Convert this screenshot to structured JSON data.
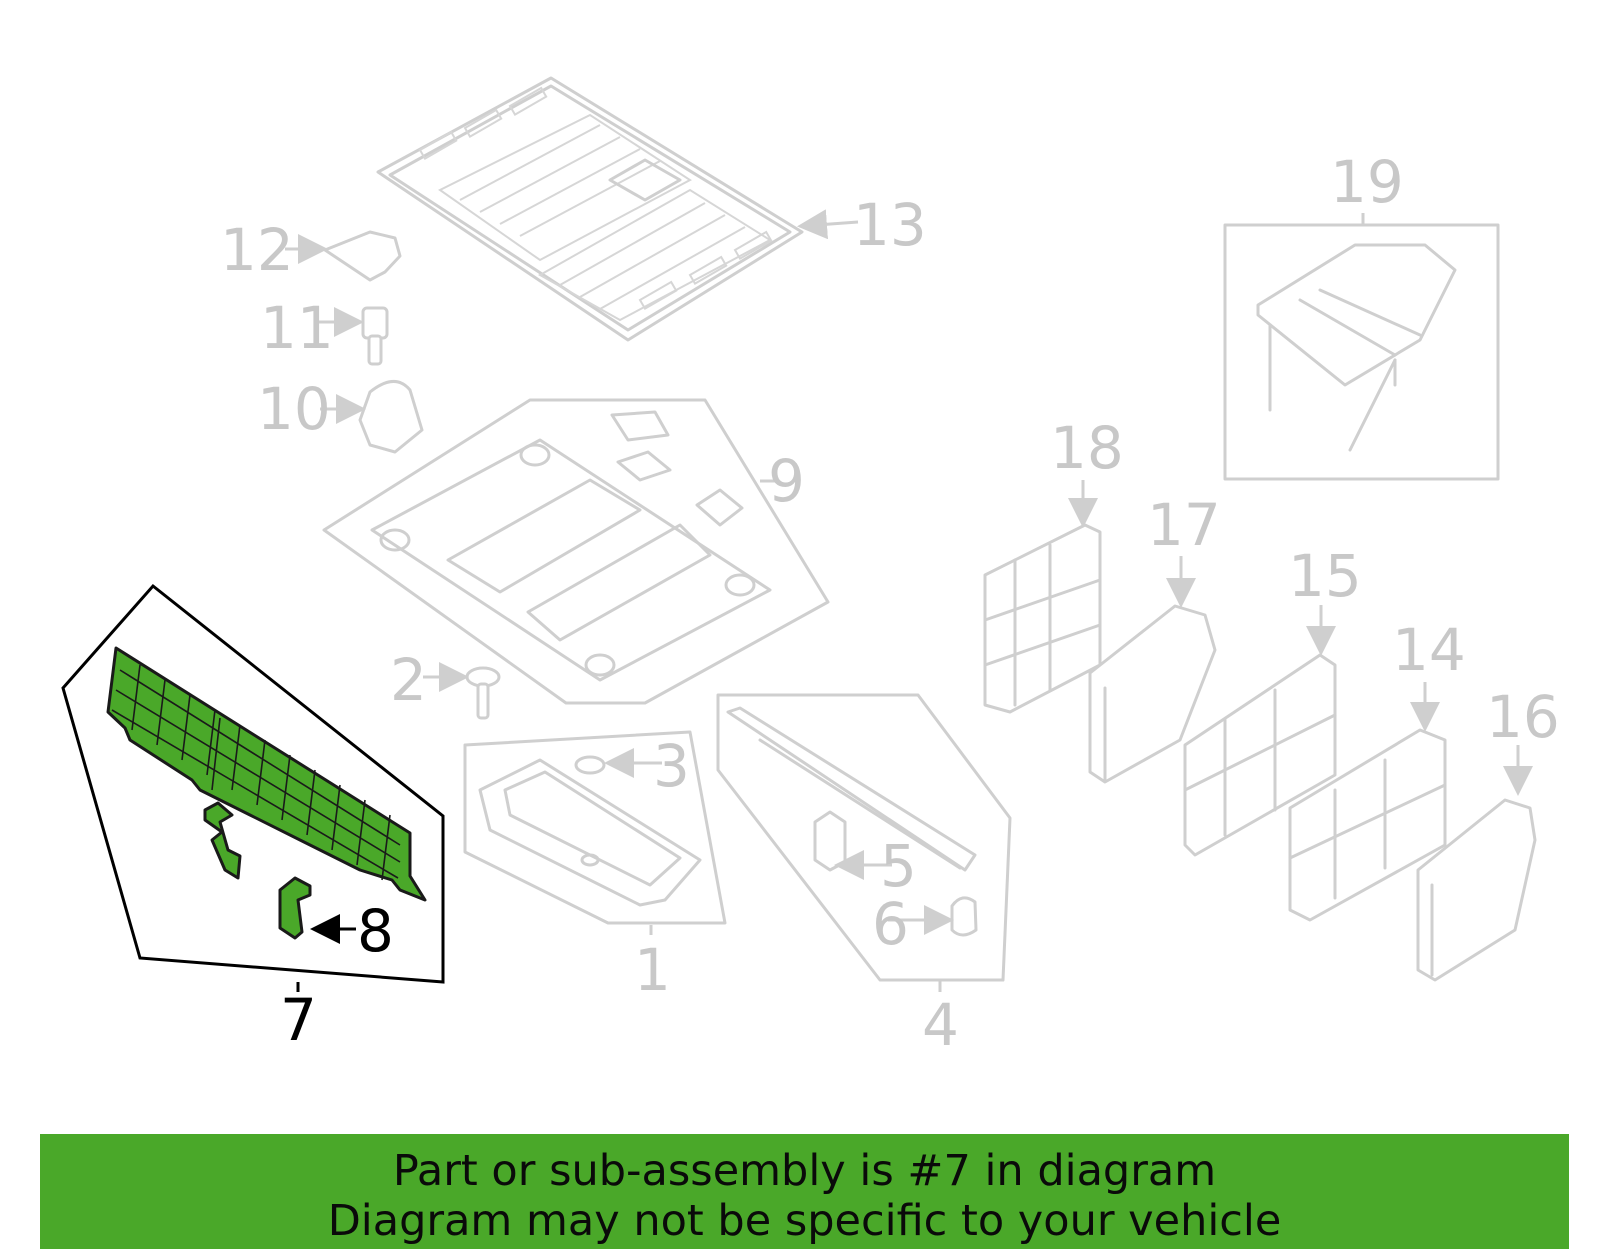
{
  "callouts": {
    "c1": "1",
    "c2": "2",
    "c3": "3",
    "c4": "4",
    "c5": "5",
    "c6": "6",
    "c7": "7",
    "c8": "8",
    "c9": "9",
    "c10": "10",
    "c11": "11",
    "c12": "12",
    "c13": "13",
    "c14": "14",
    "c15": "15",
    "c16": "16",
    "c17": "17",
    "c18": "18",
    "c19": "19"
  },
  "highlight": {
    "part_number": "7",
    "color": "#4aa829"
  },
  "banner": {
    "line1": "Part or sub-assembly is #7 in diagram",
    "line2": "Diagram may not be specific to your vehicle",
    "color": "#4aa829"
  }
}
